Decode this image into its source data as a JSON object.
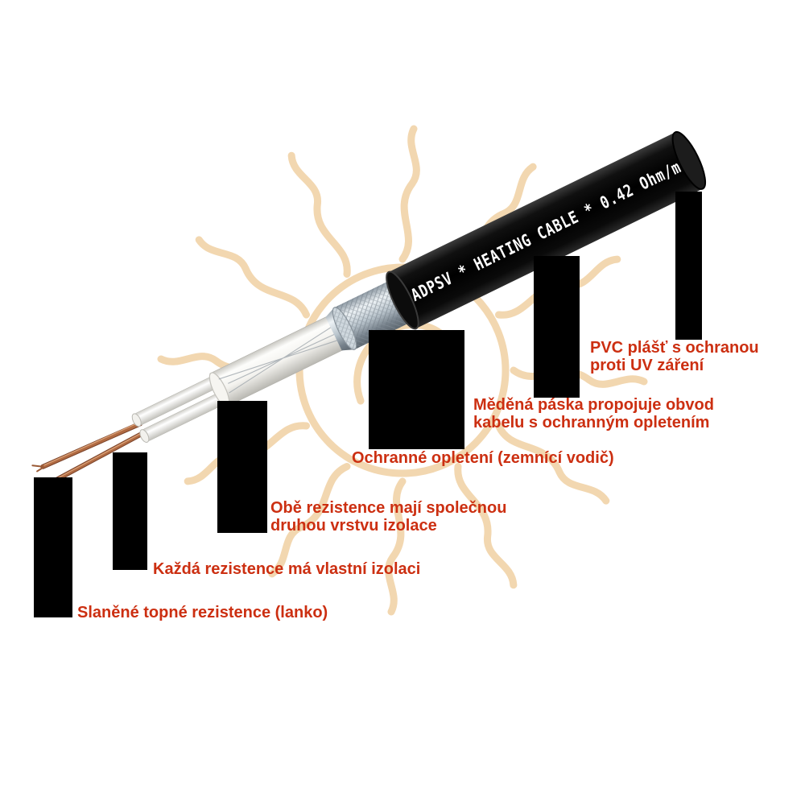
{
  "cable": {
    "marking": "ADPSV * HEATING CABLE * 0.42 Ohm/m"
  },
  "labels": {
    "pvc": "PVC plášť s ochranou\nproti UV záření",
    "copper_tape": "Měděná páska propojuje obvod\nkabelu s ochranným opletením",
    "braid": "Ochranné opletení (zemnící vodič)",
    "common_insulation": "Obě rezistence mají společnou\ndruhou vrstvu izolace",
    "own_insulation": "Každá rezistence má vlastní izolaci",
    "stranded_conductors": "Slaněné topné rezistence (lanko)"
  },
  "colors": {
    "label_text": "#cc2f11",
    "cable_marking_text": "#ffffff",
    "pvc_sheath": "#0a0a0a",
    "shield_braid": "#c5d0d8",
    "insulation": "#f4f3ef",
    "copper": "#b06a42",
    "leader_line": "#000000",
    "watermark": "#f2d7b0",
    "background": "#ffffff"
  }
}
